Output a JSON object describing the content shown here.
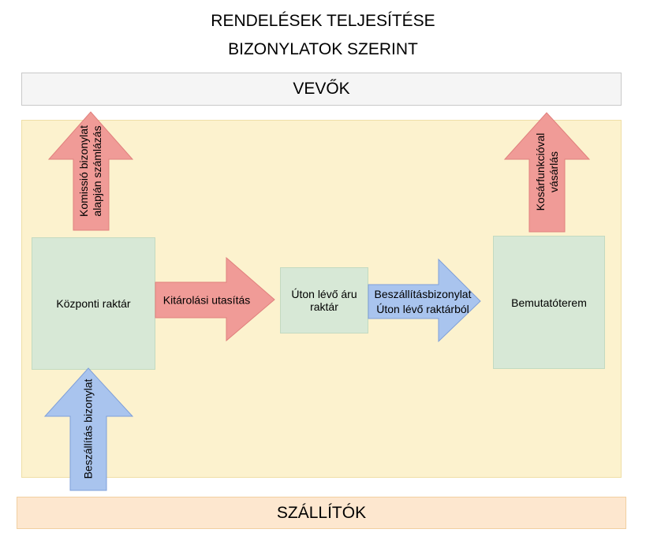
{
  "title": {
    "line1": "RENDELÉSEK TELJESÍTÉSE",
    "line2": "BIZONYLATOK SZERINT"
  },
  "bands": {
    "customers": "VEVŐK",
    "suppliers": "SZÁLLÍTÓK"
  },
  "boxes": {
    "central_warehouse": "Központi raktár",
    "transit_warehouse": "Úton lévő áru\nraktár",
    "showroom": "Bemutatóterem"
  },
  "arrows": {
    "commission_invoice": {
      "label": "Komissió bizonylat\nalapján számlázás",
      "color": "red",
      "direction": "up"
    },
    "outbound_instruction": {
      "label": "Kitárolási utasítás",
      "color": "red",
      "direction": "right"
    },
    "inbound_from_transit": {
      "label": "Beszállításbizonylat\nÚton lévő raktárból",
      "color": "blue",
      "direction": "right"
    },
    "cart_purchase": {
      "label": "Kosárfunkcióval\nvásárlás",
      "color": "red",
      "direction": "up"
    },
    "inbound_document": {
      "label": "Beszállítás bizonylat",
      "color": "blue",
      "direction": "up"
    }
  },
  "colors": {
    "red_fill": "#F09B97",
    "red_stroke": "#E0807D",
    "blue_fill": "#A9C4EE",
    "blue_stroke": "#7E9FD9",
    "green_fill": "#D7E8D6",
    "green_stroke": "#C3DAC1",
    "yellow_fill": "#FCF2CE",
    "yellow_stroke": "#EFDFA7",
    "gray_fill": "#F5F5F5",
    "gray_stroke": "#C9C9C9",
    "orange_fill": "#FDE7CF",
    "orange_stroke": "#F1CFA0",
    "text": "#000000"
  }
}
